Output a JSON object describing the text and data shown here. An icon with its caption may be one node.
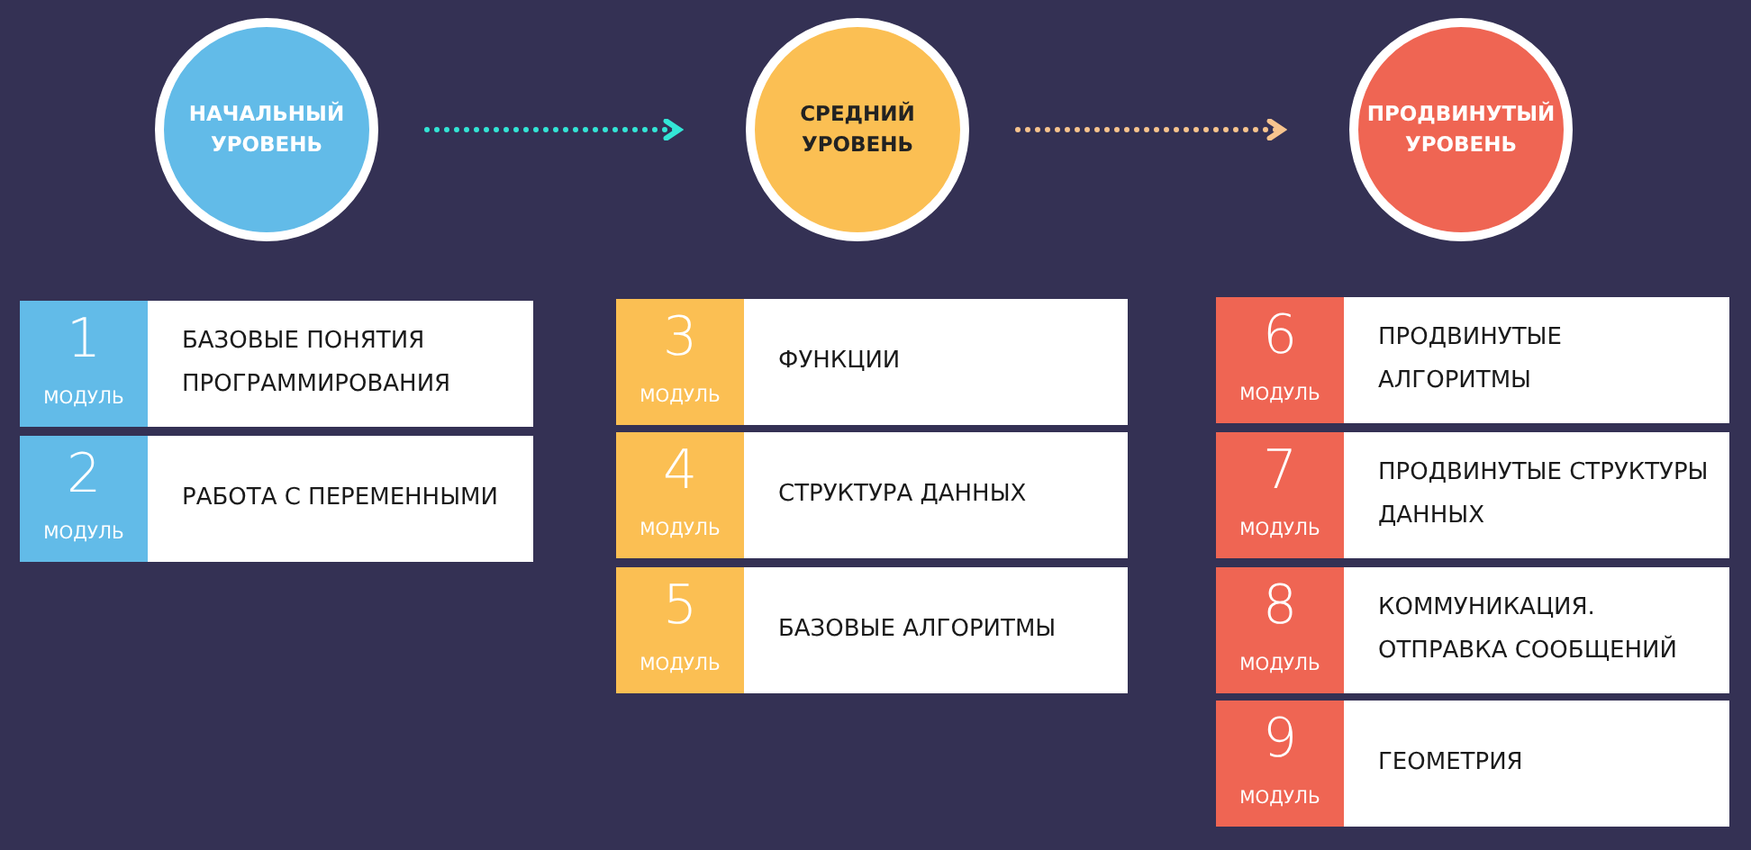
{
  "diagram": {
    "nodes": [
      {
        "text": [
          "НАЧАЛЬНЫЙ УРОВЕНЬ"
        ]
      },
      {
        "text": [
          "СРЕДНИЙ УРОВЕНЬ"
        ]
      },
      {
        "text": [
          "ПРОДВИНУТЫЙ УРОВЕНЬ"
        ]
      },
      {
        "text": [
          "1",
          "МОДУЛЬ",
          "БАЗОВЫЕ ПОНЯТИЯ ПРОГРАММИРОВАНИЯ"
        ]
      },
      {
        "text": [
          "2",
          "МОДУЛЬ",
          "РАБОТА С ПЕРЕМЕННЫМИ"
        ]
      },
      {
        "text": [
          "3",
          "МОДУЛЬ",
          "ФУНКЦИИ"
        ]
      },
      {
        "text": [
          "4",
          "МОДУЛЬ",
          "СТРУКТУРА ДАННЫХ"
        ]
      },
      {
        "text": [
          "5",
          "МОДУЛЬ",
          "БАЗОВЫЕ АЛГОРИТМЫ"
        ]
      },
      {
        "text": [
          "6",
          "МОДУЛЬ",
          "ПРОДВИНУТЫЕ АЛГОРИТМЫ"
        ]
      },
      {
        "text": [
          "7",
          "МОДУЛЬ",
          "ПРОДВИНУТЫЕ СТРУКТУРЫ ДАННЫХ"
        ]
      },
      {
        "text": [
          "8",
          "МОДУЛЬ",
          "КОММУНИКАЦИЯ. ОТПРАВКА СООБЩЕНИЙ"
        ]
      },
      {
        "text": [
          "9",
          "МОДУЛЬ",
          "ГЕОМЕТРИЯ"
        ]
      }
    ],
    "edges": [
      {
        "from": 0,
        "to": 1,
        "arrow": "to",
        "style": "dashed",
        "color": "#33e6d6"
      },
      {
        "from": 1,
        "to": 2,
        "arrow": "to",
        "style": "dashed",
        "color": "#f7c48e"
      }
    ]
  }
}
